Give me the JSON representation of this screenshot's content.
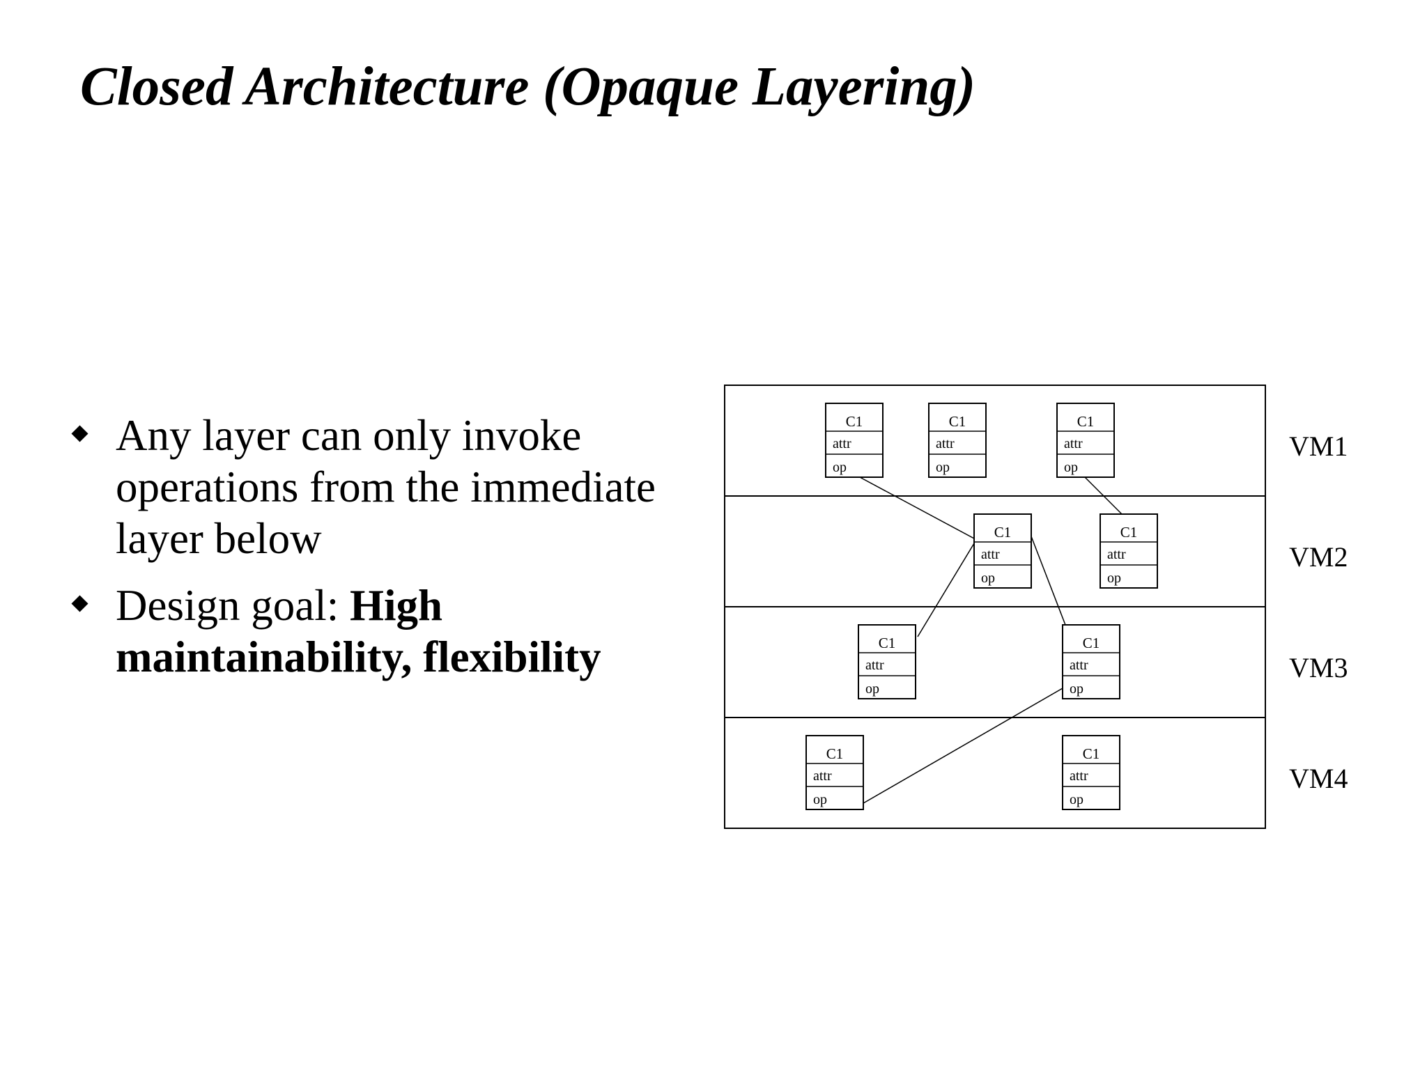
{
  "title": "Closed Architecture (Opaque Layering)",
  "bullets": [
    {
      "text": "Any layer can only invoke operations from the immediate layer below",
      "emphasis": ""
    },
    {
      "text": "Design goal: ",
      "emphasis": "High maintainability, flexibility"
    }
  ],
  "diagram": {
    "layers": [
      "VM1",
      "VM2",
      "VM3",
      "VM4"
    ],
    "class_box": {
      "name": "C1",
      "attribute": "attr",
      "operation": "op"
    },
    "boxes": [
      {
        "id": "vm1-a",
        "layer": "VM1"
      },
      {
        "id": "vm1-b",
        "layer": "VM1"
      },
      {
        "id": "vm1-c",
        "layer": "VM1"
      },
      {
        "id": "vm2-a",
        "layer": "VM2"
      },
      {
        "id": "vm2-b",
        "layer": "VM2"
      },
      {
        "id": "vm3-a",
        "layer": "VM3"
      },
      {
        "id": "vm3-b",
        "layer": "VM3"
      },
      {
        "id": "vm4-a",
        "layer": "VM4"
      },
      {
        "id": "vm4-b",
        "layer": "VM4"
      }
    ],
    "connections": [
      {
        "from": "vm1-a",
        "to": "vm2-a"
      },
      {
        "from": "vm1-c",
        "to": "vm2-b"
      },
      {
        "from": "vm2-a",
        "to": "vm3-a"
      },
      {
        "from": "vm2-a",
        "to": "vm3-b"
      },
      {
        "from": "vm3-b",
        "to": "vm4-a"
      }
    ]
  }
}
